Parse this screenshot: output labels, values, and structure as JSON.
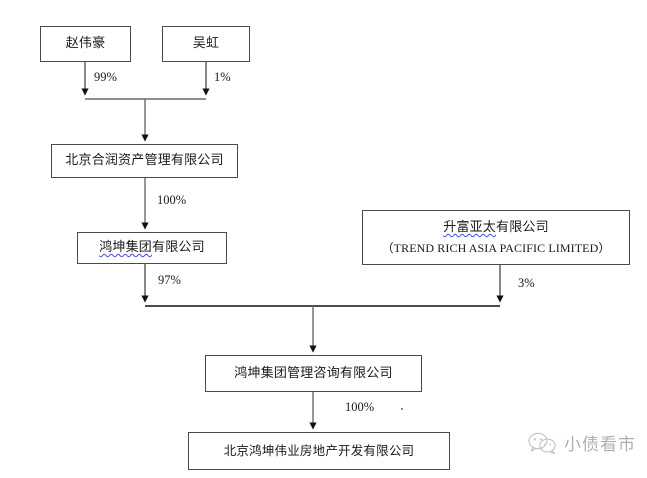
{
  "diagram": {
    "type": "ownership-structure-chart",
    "title": "",
    "background_color": "#ffffff",
    "box_border_color": "#4a4a4a",
    "spellcheck_underline_color": "#3b4fd8",
    "nodes": [
      {
        "id": "zhao-wei-hao",
        "name_cn": "赵伟豪",
        "name_en": "",
        "underlined_prefix": "",
        "role": "individual-shareholder"
      },
      {
        "id": "wu-hong",
        "name_cn": "吴虹",
        "name_en": "",
        "underlined_prefix": "",
        "role": "individual-shareholder"
      },
      {
        "id": "beijing-herun",
        "name_cn": "北京合润资产管理有限公司",
        "name_en": "",
        "underlined_prefix": "",
        "role": "holding-company"
      },
      {
        "id": "hongkun-group",
        "name_cn": "鸿坤集团有限公司",
        "name_en": "",
        "underlined_prefix": "鸿坤集团",
        "underlined_suffix": "有限公司",
        "role": "group-company"
      },
      {
        "id": "trend-rich",
        "name_cn": "升富亚太有限公司",
        "name_en": "（TREND RICH ASIA PACIFIC LIMITED）",
        "underlined_prefix": "升富亚太",
        "underlined_suffix": "有限公司",
        "role": "offshore-shareholder"
      },
      {
        "id": "hongkun-consulting",
        "name_cn": "鸿坤集团管理咨询有限公司",
        "name_en": "",
        "underlined_prefix": "",
        "role": "consulting-company"
      },
      {
        "id": "hongkun-weiye",
        "name_cn": "北京鸿坤伟业房地产开发有限公司",
        "name_en": "",
        "underlined_prefix": "",
        "role": "operating-company"
      }
    ],
    "edges": [
      {
        "id": "edge-zhao-herun",
        "from": "zhao-wei-hao",
        "to": "beijing-herun",
        "label": "99%"
      },
      {
        "id": "edge-wu-herun",
        "from": "wu-hong",
        "to": "beijing-herun",
        "label": "1%"
      },
      {
        "id": "edge-herun-group",
        "from": "beijing-herun",
        "to": "hongkun-group",
        "label": "100%"
      },
      {
        "id": "edge-group-consulting",
        "from": "hongkun-group",
        "to": "hongkun-consulting",
        "label": "97%"
      },
      {
        "id": "edge-trend-consulting",
        "from": "trend-rich",
        "to": "hongkun-consulting",
        "label": "3%"
      },
      {
        "id": "edge-consulting-weiye",
        "from": "hongkun-consulting",
        "to": "hongkun-weiye",
        "label": "100%"
      }
    ]
  },
  "watermark": {
    "text": "小债看市",
    "icon": "wechat-bubbles-icon"
  }
}
